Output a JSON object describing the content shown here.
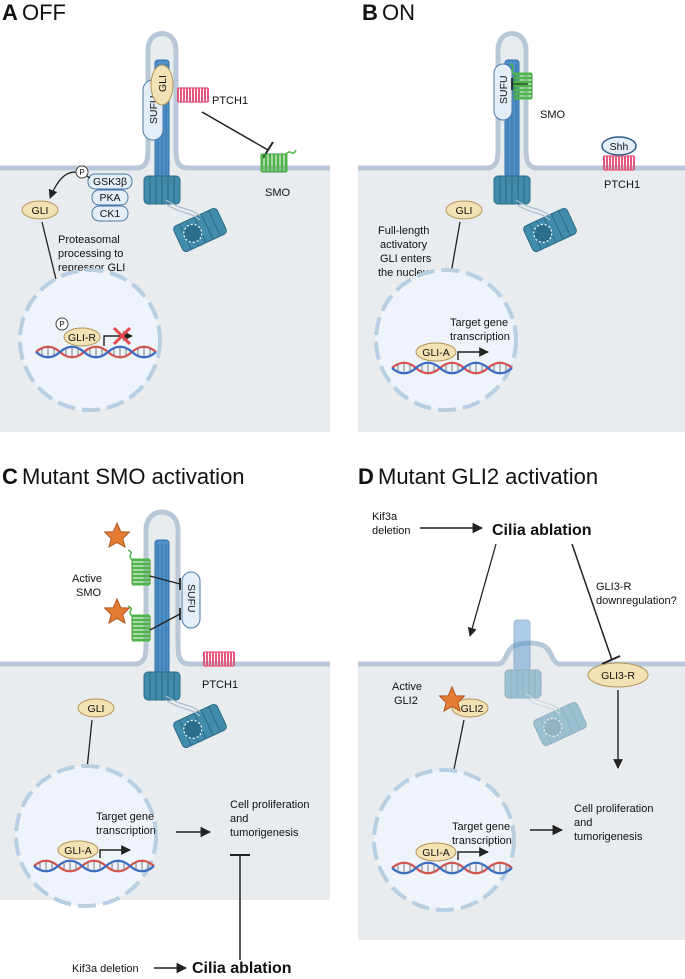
{
  "panels": {
    "a": {
      "letter": "A",
      "title": "OFF"
    },
    "b": {
      "letter": "B",
      "title": "ON"
    },
    "c": {
      "letter": "C",
      "title": "Mutant SMO activation"
    },
    "d": {
      "letter": "D",
      "title": "Mutant GLI2 activation"
    }
  },
  "a": {
    "gli": "GLI",
    "sufu": "SUFU",
    "ptch1": "PTCH1",
    "smo": "SMO",
    "gsk3b": "GSK3β",
    "pka": "PKA",
    "ck1": "CK1",
    "p": "P",
    "process_1": "Proteasomal",
    "process_2": "processing to",
    "process_3": "repressor GLI",
    "glir": "GLI-R"
  },
  "b": {
    "sufu": "SUFU",
    "smo": "SMO",
    "shh": "Shh",
    "ptch1": "PTCH1",
    "gli": "GLI",
    "fl_1": "Full-length",
    "fl_2": "activatory",
    "fl_3": "GLI enters",
    "fl_4": "the nucleus",
    "tg_1": "Target gene",
    "tg_2": "transcription",
    "glia": "GLI-A"
  },
  "c": {
    "active_1": "Active",
    "active_2": "SMO",
    "sufu": "SUFU",
    "ptch1": "PTCH1",
    "gli": "GLI",
    "tg_1": "Target gene",
    "tg_2": "transcription",
    "glia": "GLI-A",
    "out_1": "Cell proliferation",
    "out_2": "and",
    "out_3": "tumorigenesis",
    "kif": "Kif3a deletion",
    "cilia": "Cilia ablation"
  },
  "d": {
    "kif_1": "Kif3a",
    "kif_2": "deletion",
    "cilia": "Cilia ablation",
    "down_1": "GLI3-R",
    "down_2": "downregulation?",
    "active_1": "Active",
    "active_2": "GLI2",
    "gli2": "GLI2",
    "gli3r": "GLI3-R",
    "tg_1": "Target gene",
    "tg_2": "transcription",
    "glia": "GLI-A",
    "out_1": "Cell proliferation",
    "out_2": "and",
    "out_3": "tumorigenesis"
  },
  "colors": {
    "cell": "#e9ecef",
    "membrane": "#b8c8d8",
    "cilium": "#4f8fc8",
    "gli": "#f3e2b3",
    "ptch": "#e4577c",
    "smo": "#4fb548",
    "star": "#e57c35",
    "inhibit": "#e04a4a"
  }
}
